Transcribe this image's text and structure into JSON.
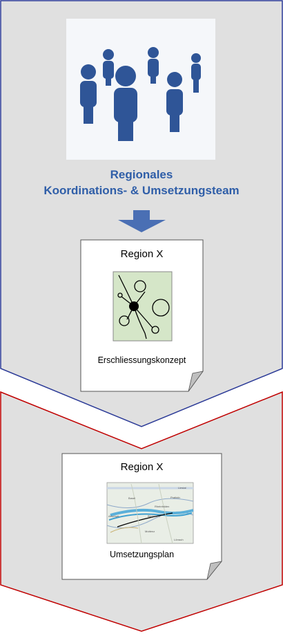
{
  "colors": {
    "panel_fill": "#E0E0E0",
    "team_border": "#2B3A97",
    "plan_border": "#C00000",
    "accent_blue": "#2F5EA8",
    "people_blue": "#2F5597",
    "concept_bg": "#D5E6C8"
  },
  "team": {
    "title_line1": "Regionales",
    "title_line2": "Koordinations- & Umsetzungsteam"
  },
  "doc_concept": {
    "title": "Region X",
    "caption": "Erschliessungskonzept"
  },
  "doc_plan": {
    "title": "Region X",
    "caption": "Umsetzungsplan",
    "map_labels": [
      "Liestal",
      "Pratteln",
      "Basel",
      "Rheinfelden",
      "Birsfelden",
      "Allschwil",
      "Muttenz",
      "Lörrach"
    ]
  }
}
